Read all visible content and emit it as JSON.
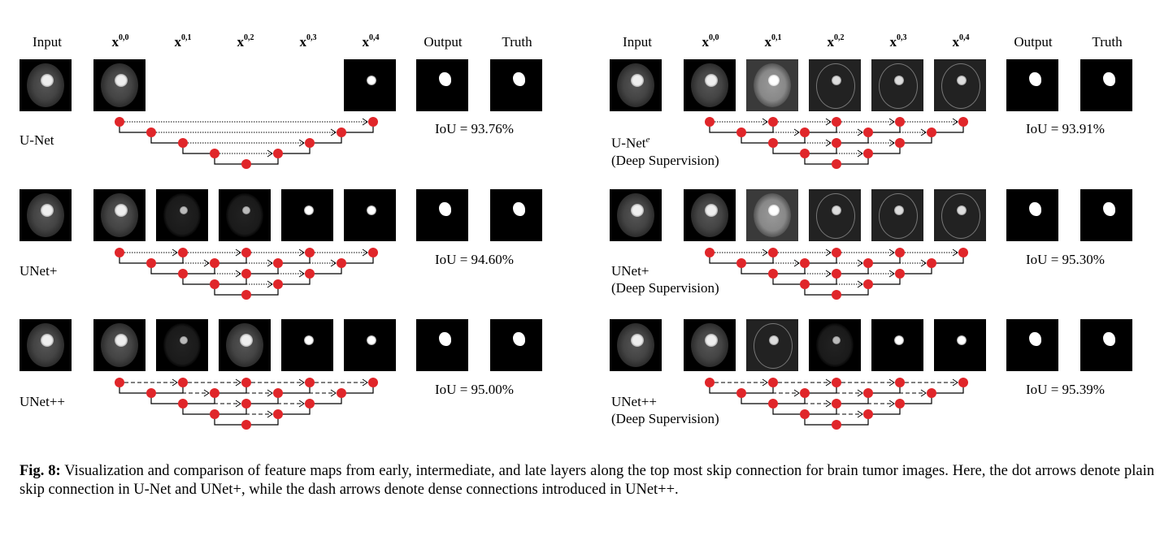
{
  "headers": {
    "input": "Input",
    "x00": "x",
    "x00_sup": "0,0",
    "x01": "x",
    "x01_sup": "0,1",
    "x02": "x",
    "x02_sup": "0,2",
    "x03": "x",
    "x03_sup": "0,3",
    "x04": "x",
    "x04_sup": "0,4",
    "output": "Output",
    "truth": "Truth"
  },
  "left_rows": [
    {
      "name": "U-Net",
      "iou": "IoU = 93.76%"
    },
    {
      "name": "UNet+",
      "iou": "IoU = 94.60%"
    },
    {
      "name": "UNet++",
      "iou": "IoU = 95.00%"
    }
  ],
  "right_rows": [
    {
      "name": "U-Net",
      "name_sup": "e",
      "name_line2": "(Deep Supervision)",
      "iou": "IoU = 93.91%"
    },
    {
      "name": "UNet+",
      "name_line2": "(Deep Supervision)",
      "iou": "IoU = 95.30%"
    },
    {
      "name": "UNet++",
      "name_line2": "(Deep Supervision)",
      "iou": "IoU = 95.39%"
    }
  ],
  "caption": {
    "label": "Fig. 8:",
    "text": " Visualization and comparison of feature maps from early, intermediate, and late layers along the top most skip connection for brain tumor images. Here, the dot arrows denote plain skip connection in U-Net and UNet+, while the dash arrows denote dense connections introduced in UNet++."
  },
  "colors": {
    "node": "#e0262a",
    "line": "#000000"
  }
}
